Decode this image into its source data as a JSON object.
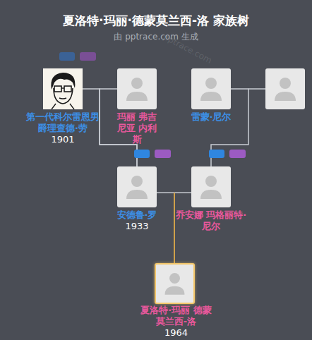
{
  "diagram": {
    "title": "夏洛特·玛丽·德蒙莫兰西-洛 家族树",
    "caption": "由 pptrace.com 生成",
    "nodes": [
      {
        "text": [
          "第一代科尔雷恩男爵理查德·劳",
          "1901"
        ]
      },
      {
        "text": [
          "玛丽 弗吉尼亚 内利斯"
        ]
      },
      {
        "text": [
          "雷蒙·尼尔"
        ]
      },
      {
        "text": [
          "安德鲁·罗",
          "1933"
        ]
      },
      {
        "text": [
          "乔安娜 玛格丽特·尼尔"
        ]
      },
      {
        "text": [
          "夏洛特·玛丽 德蒙莫兰西-洛",
          "1964"
        ]
      }
    ],
    "edges": [
      {
        "from": 0,
        "to": 3,
        "arrow": "none"
      },
      {
        "from": 1,
        "to": 3,
        "arrow": "none"
      },
      {
        "from": 2,
        "to": 4,
        "arrow": "none"
      },
      {
        "from": 3,
        "to": 5,
        "arrow": "none"
      },
      {
        "from": 4,
        "to": 5,
        "arrow": "none"
      }
    ],
    "labels": [
      "pptrace.com"
    ]
  }
}
